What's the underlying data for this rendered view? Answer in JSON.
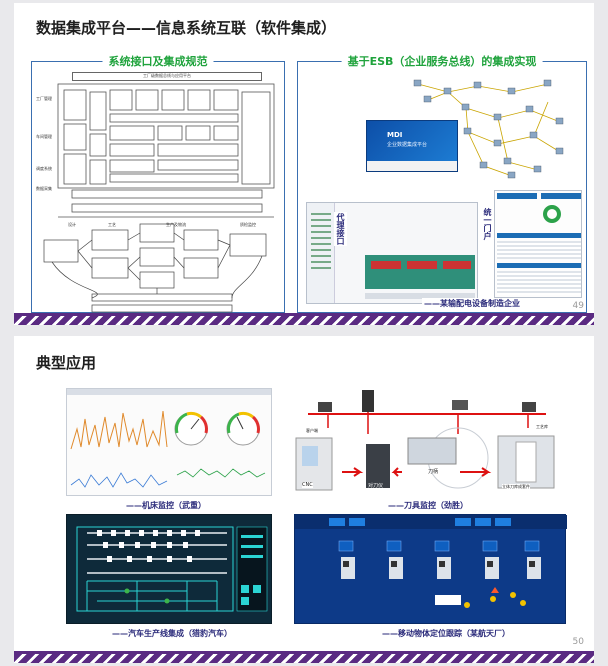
{
  "slide1": {
    "title": "数据集成平台——信息系统互联（软件集成）",
    "left_panel": {
      "title": "系统接口及集成规范",
      "top_box": "工厂级数据总线与应用平台",
      "side_labels": [
        "工厂管理",
        "车间管理",
        "调度系统",
        "数据采集"
      ],
      "bottom_labels": [
        "设计",
        "工艺",
        "生产及物流",
        "质检监控"
      ]
    },
    "right_panel": {
      "title": "基于ESB（企业服务总线）的集成实现",
      "mdi_logo": "MDI",
      "mdi_subtitle": "企业数据集成平台",
      "side_label_1": "代理接口",
      "side_label_2": "统一门户",
      "caption": "——某输配电设备制造企业"
    },
    "page_number": "49"
  },
  "slide2": {
    "title": "典型应用",
    "captions": {
      "top_left": "——机床监控（武重）",
      "top_right": "——刀具监控（劲胜）",
      "bottom_left": "——汽车生产线集成（猎豹汽车）",
      "bottom_right": "——移动物体定位跟踪（某航天厂）"
    },
    "tool_labels": [
      "客户端",
      "CNC",
      "对刀仪",
      "刀柄",
      "立体刀库成套件",
      "工艺库"
    ],
    "page_number": "50",
    "colors": {
      "accent_purple": "#5a2a82",
      "title_green": "#1fa33c",
      "caption_navy": "#2a2a7a"
    }
  }
}
